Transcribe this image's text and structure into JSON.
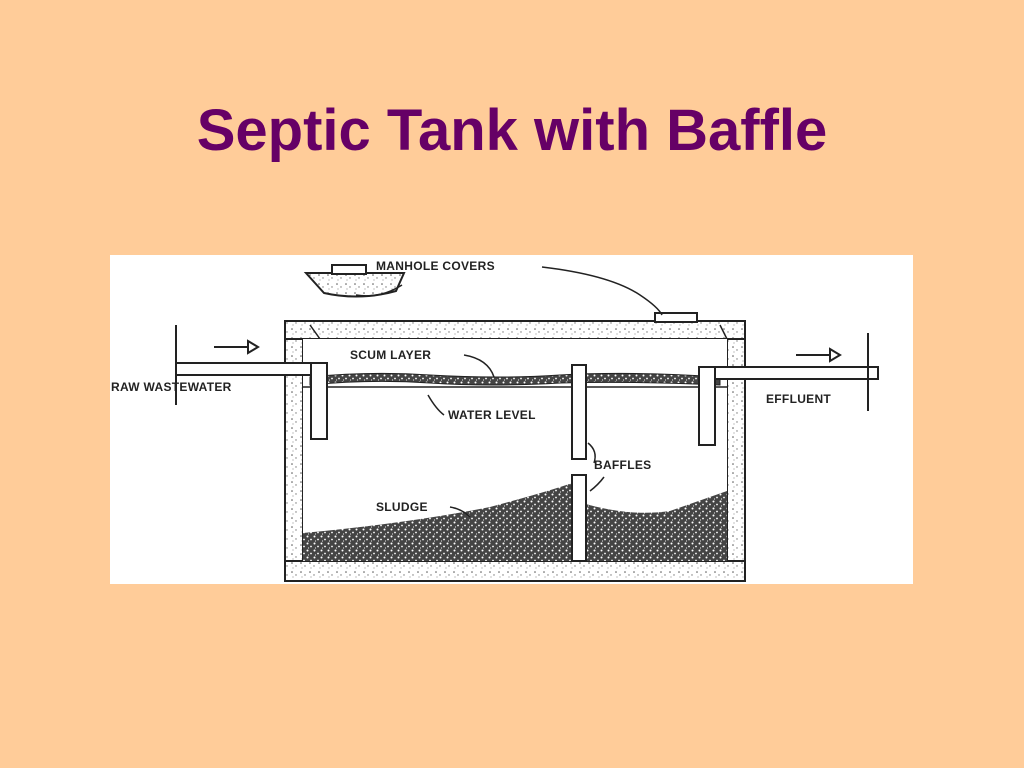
{
  "slide": {
    "title": "Septic Tank with Baffle",
    "background_color": "#FFCC99",
    "title_color": "#660066"
  },
  "diagram": {
    "labels": {
      "manhole_covers": "MANHOLE COVERS",
      "scum_layer": "SCUM LAYER",
      "water_level": "WATER LEVEL",
      "baffles": "BAFFLES",
      "sludge": "SLUDGE",
      "raw_wastewater": "RAW WASTEWATER",
      "effluent": "EFFLUENT"
    }
  }
}
